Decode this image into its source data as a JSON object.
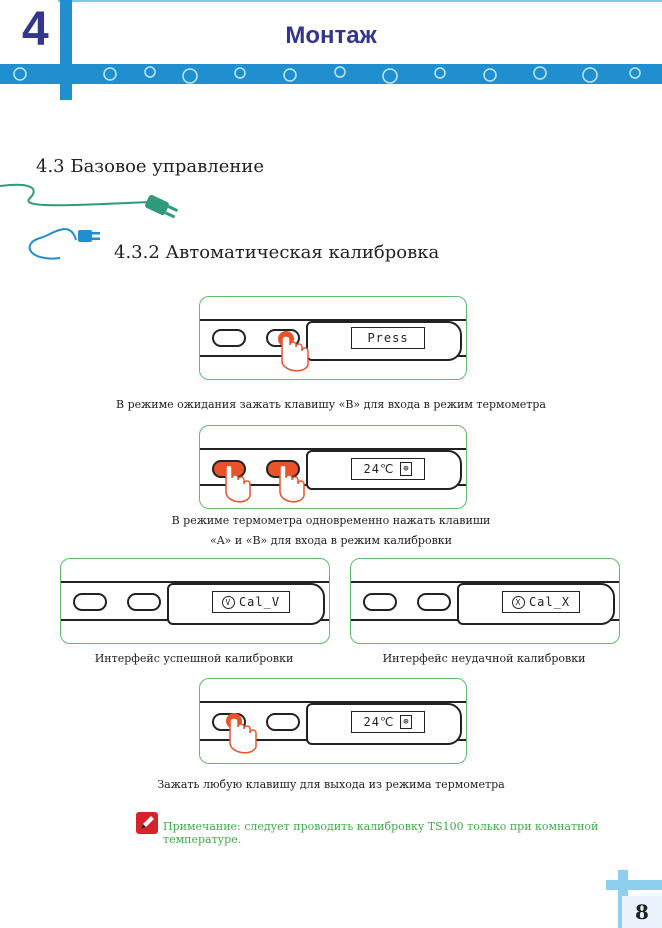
{
  "header": {
    "chapter_number": "4",
    "chapter_title": "Монтаж"
  },
  "section": {
    "title": "4.3 Базовое управление",
    "subtitle": "4.3.2 Автоматическая калибровка"
  },
  "steps": [
    {
      "lcd": "Press",
      "caption": "В режиме ожидания зажать клавишу «B» для входа в режим термометра"
    },
    {
      "lcd": "24℃",
      "caption_line1": "В режиме термометра одновременно нажать клавиши",
      "caption_line2": "«A» и «B» для входа в режим калибровки"
    },
    {
      "lcd": "Cal_V",
      "caption": "Интерфейс успешной калибровки"
    },
    {
      "lcd": "Cal_X",
      "caption": "Интерфейс неудачной калибровки"
    },
    {
      "lcd": "24℃",
      "caption": "Зажать любую клавишу для выхода из режима термометра"
    }
  ],
  "note": {
    "text": "Примечание: следует проводить калибровку TS100 только при комнатной температуре.",
    "icon": "pencil-note-icon"
  },
  "page": {
    "number": "8"
  },
  "colors": {
    "accent_blue": "#34358c",
    "band_blue": "#1f8fd0",
    "panel_green": "#5bbf6a",
    "press_red": "#e8532a",
    "note_green": "#3fae49",
    "plug_teal": "#2f9a7c"
  }
}
